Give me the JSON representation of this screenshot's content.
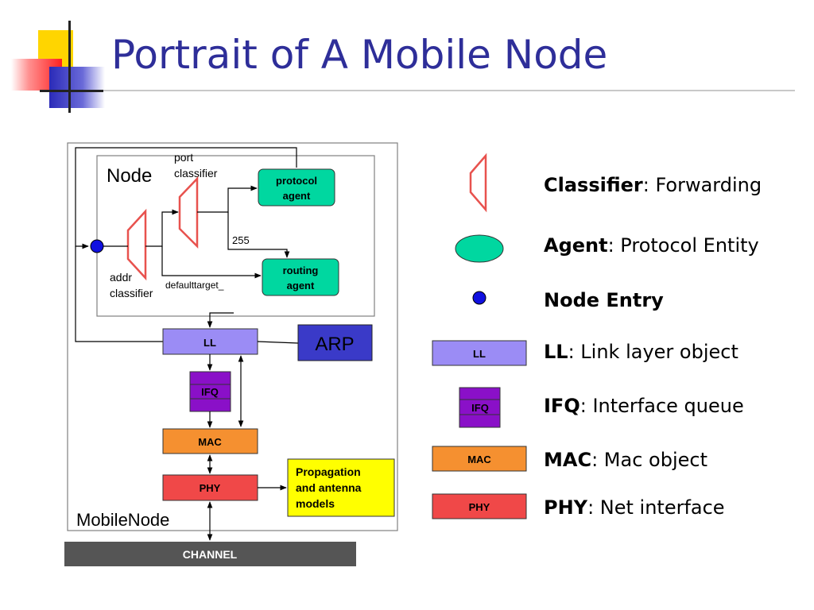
{
  "slide": {
    "title": "Portrait of A Mobile Node"
  },
  "diagram": {
    "outer_label": "MobileNode",
    "node_label": "Node",
    "port_classifier_line1": "port",
    "port_classifier_line2": "classifier",
    "addr_classifier_line1": "addr",
    "addr_classifier_line2": "classifier",
    "protocol_agent_line1": "protocol",
    "protocol_agent_line2": "agent",
    "routing_agent_line1": "routing",
    "routing_agent_line2": "agent",
    "port_255": "255",
    "defaulttarget": "defaulttarget_",
    "ll": "LL",
    "arp": "ARP",
    "ifq": "IFQ",
    "mac": "MAC",
    "phy": "PHY",
    "propagation_line1": "Propagation",
    "propagation_line2": "and antenna",
    "propagation_line3": "models",
    "channel": "CHANNEL"
  },
  "legend": {
    "classifier_term": "Classifier",
    "classifier_desc": ": Forwarding",
    "agent_term": "Agent",
    "agent_desc": ": Protocol Entity",
    "node_entry_term": "Node Entry",
    "ll_box": "LL",
    "ll_term": "LL",
    "ll_desc": ": Link layer object",
    "ifq_box": "IFQ",
    "ifq_term": "IFQ",
    "ifq_desc": ": Interface queue",
    "mac_box": "MAC",
    "mac_term": "MAC",
    "mac_desc": ": Mac object",
    "phy_box": "PHY",
    "phy_term": "PHY",
    "phy_desc": ": Net interface"
  },
  "colors": {
    "title": "#2e2e99",
    "classifier": "#e8524e",
    "agent": "#00d7a0",
    "node_entry": "#1010e0",
    "ll": "#9b8cf5",
    "arp": "#3a3ac8",
    "ifq": "#8a10c8",
    "mac": "#f59030",
    "phy": "#f04848",
    "propagation": "#ffff00",
    "channel": "#555555"
  }
}
